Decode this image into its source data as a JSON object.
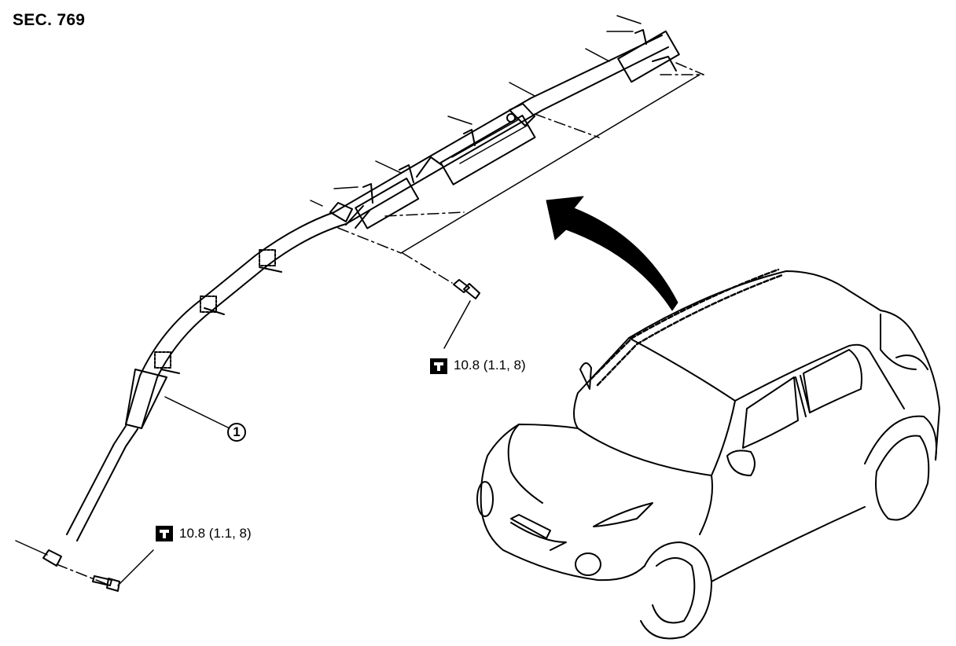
{
  "header": {
    "section": "SEC. 769"
  },
  "callouts": {
    "part_1": "1"
  },
  "torque_specs": {
    "upper_bolt": "10.8 (1.1, 8)",
    "lower_bolt": "10.8 (1.1, 8)"
  },
  "icons": {
    "torque": "torque-wrench-icon",
    "arrow": "direction-arrow"
  }
}
